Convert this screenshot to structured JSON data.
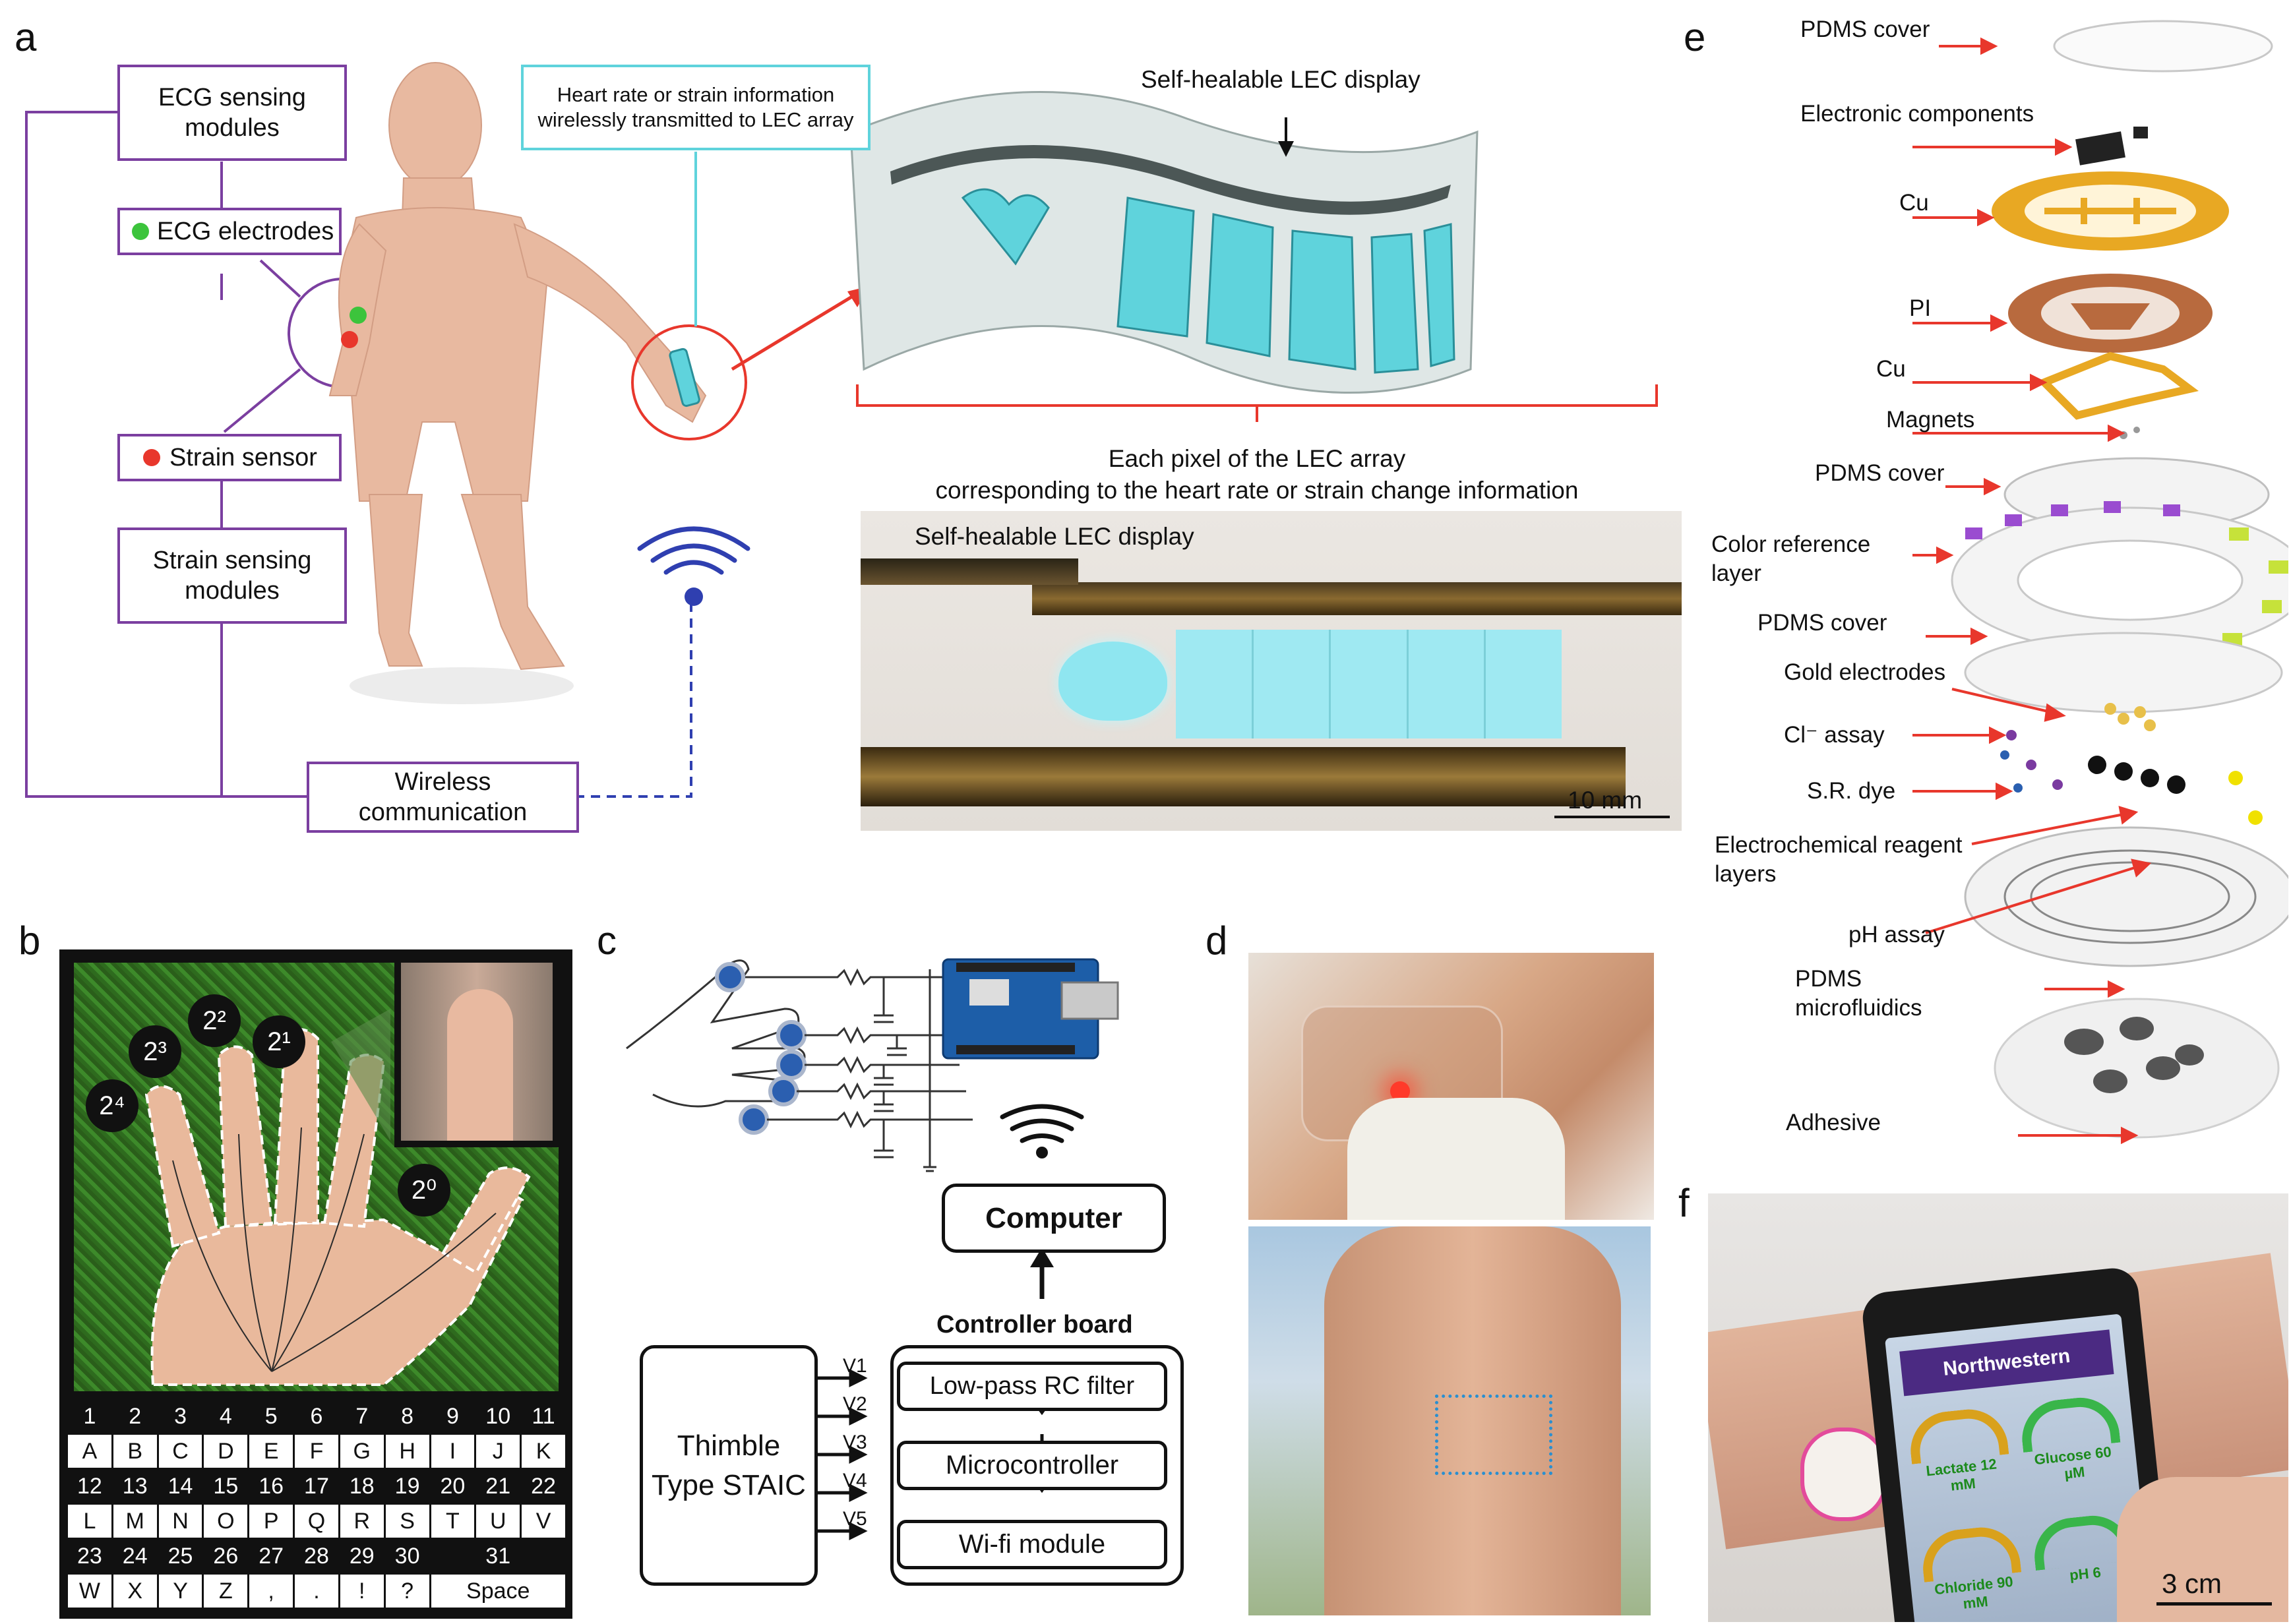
{
  "panels": {
    "a": "a",
    "b": "b",
    "c": "c",
    "d": "d",
    "e": "e",
    "f": "f"
  },
  "panel_a": {
    "ecg_modules": "ECG sensing modules",
    "ecg_electrodes": "ECG electrodes",
    "strain_sensor": "Strain sensor",
    "strain_modules": "Strain sensing modules",
    "wireless": "Wireless communication",
    "heart_rate_info": "Heart rate or strain information wirelessly transmitted to LEC array",
    "display_title": "Self-healable LEC display",
    "pixel_caption_1": "Each pixel of the LEC array",
    "pixel_caption_2": "corresponding to the heart rate or strain change information",
    "photo_title": "Self-healable LEC display",
    "scale": "10 mm",
    "colors": {
      "purple": "#7b3fa0",
      "cyan": "#5fd3dc",
      "red": "#e8372c",
      "green": "#3cc43c",
      "blue": "#2f3fb0",
      "skin": "#e8b9a0"
    }
  },
  "panel_b": {
    "finger_labels": [
      "2⁴",
      "2³",
      "2²",
      "2¹",
      "2⁰"
    ],
    "keyboard_rows": [
      {
        "style": "dark",
        "cells": [
          "1",
          "2",
          "3",
          "4",
          "5",
          "6",
          "7",
          "8",
          "9",
          "10",
          "11"
        ]
      },
      {
        "style": "light",
        "cells": [
          "A",
          "B",
          "C",
          "D",
          "E",
          "F",
          "G",
          "H",
          "I",
          "J",
          "K"
        ]
      },
      {
        "style": "dark",
        "cells": [
          "12",
          "13",
          "14",
          "15",
          "16",
          "17",
          "18",
          "19",
          "20",
          "21",
          "22"
        ]
      },
      {
        "style": "light",
        "cells": [
          "L",
          "M",
          "N",
          "O",
          "P",
          "Q",
          "R",
          "S",
          "T",
          "U",
          "V"
        ]
      },
      {
        "style": "dark",
        "cells": [
          "23",
          "24",
          "25",
          "26",
          "27",
          "28",
          "29",
          "30",
          "",
          "31",
          ""
        ]
      },
      {
        "style": "light",
        "cells": [
          "W",
          "X",
          "Y",
          "Z",
          ",",
          ".",
          "!",
          "?",
          "Space",
          "",
          ""
        ]
      }
    ]
  },
  "panel_c": {
    "voltages": [
      "V1",
      "V2",
      "V3",
      "V4",
      "V5"
    ],
    "computer": "Computer",
    "controller_board": "Controller board",
    "staic": "Thimble Type STAIC",
    "rc_filter": "Low-pass RC filter",
    "microcontroller": "Microcontroller",
    "wifi": "Wi-fi module"
  },
  "panel_e": {
    "layers": [
      "PDMS cover",
      "Electronic components",
      "Cu",
      "PI",
      "Cu",
      "Magnets",
      "PDMS cover",
      "Color reference layer",
      "PDMS cover",
      "Gold electrodes",
      "Cl⁻ assay",
      "S.R. dye",
      "Electrochemical reagent layers",
      "pH assay",
      "PDMS microfluidics",
      "Adhesive"
    ]
  },
  "panel_f": {
    "brand": "Northwestern",
    "gauges": [
      "Lactate 12 mM",
      "Glucose 60 µM",
      "Chloride 90 mM",
      "pH 6"
    ],
    "scale": "3 cm"
  }
}
